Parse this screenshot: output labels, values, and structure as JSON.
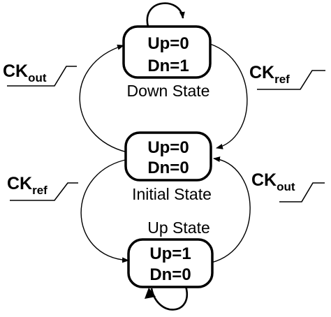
{
  "states": {
    "down": {
      "line1": "Up=0",
      "line2": "Dn=1",
      "name": "Down State"
    },
    "initial": {
      "line1": "Up=0",
      "line2": "Dn=0",
      "name": "Initial State"
    },
    "up": {
      "line1": "Up=1",
      "line2": "Dn=0",
      "name": "Up State"
    }
  },
  "transitions": {
    "left_top": {
      "base": "CK",
      "sub": "out"
    },
    "right_top": {
      "base": "CK",
      "sub": "ref"
    },
    "left_bottom": {
      "base": "CK",
      "sub": "ref"
    },
    "right_bottom": {
      "base": "CK",
      "sub": "out"
    }
  }
}
